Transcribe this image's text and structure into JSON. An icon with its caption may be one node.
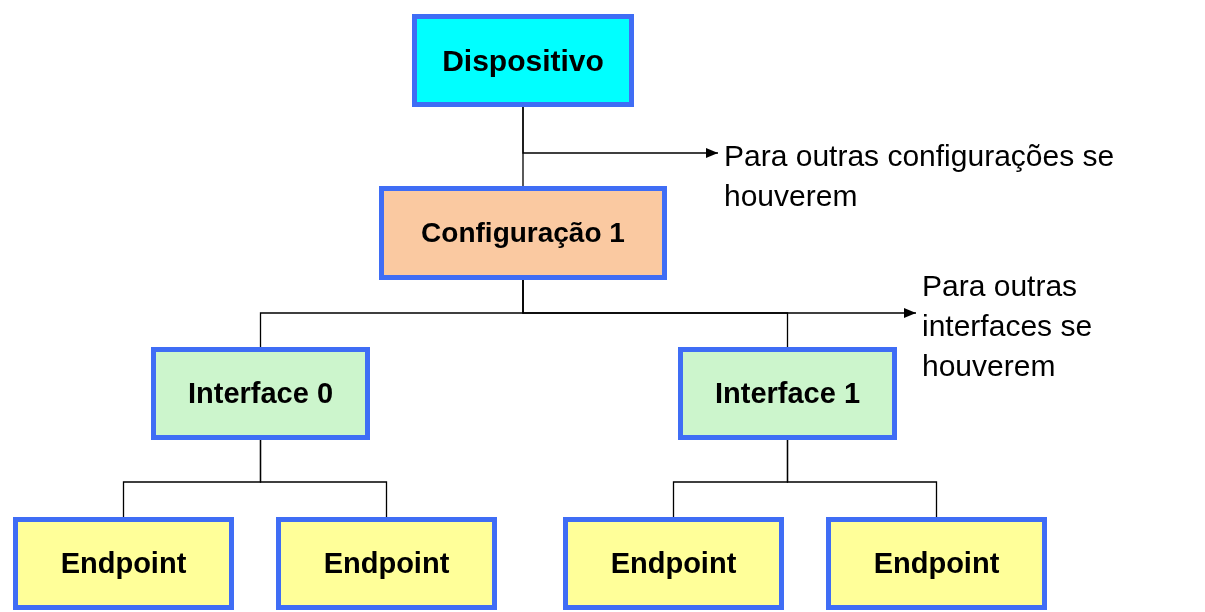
{
  "diagram": {
    "nodes": [
      {
        "text": [
          "Dispositivo"
        ]
      },
      {
        "text": [
          "Para outras configurações se houverem"
        ]
      },
      {
        "text": [
          "Configuração 1"
        ]
      },
      {
        "text": [
          "Para outras interfaces se houverem"
        ]
      },
      {
        "text": [
          "Interface 0"
        ]
      },
      {
        "text": [
          "Interface 1"
        ]
      },
      {
        "text": [
          "Endpoint"
        ]
      },
      {
        "text": [
          "Endpoint"
        ]
      },
      {
        "text": [
          "Endpoint"
        ]
      },
      {
        "text": [
          "Endpoint"
        ]
      }
    ],
    "edges": [
      {
        "from": 0,
        "to": 2,
        "arrow": "none"
      },
      {
        "from": 0,
        "to": 1,
        "arrow": "to"
      },
      {
        "from": 2,
        "to": 4,
        "arrow": "none"
      },
      {
        "from": 2,
        "to": 5,
        "arrow": "none"
      },
      {
        "from": 2,
        "to": 3,
        "arrow": "to"
      },
      {
        "from": 4,
        "to": 6,
        "arrow": "none"
      },
      {
        "from": 4,
        "to": 7,
        "arrow": "none"
      },
      {
        "from": 5,
        "to": 8,
        "arrow": "none"
      },
      {
        "from": 5,
        "to": 9,
        "arrow": "none"
      }
    ]
  }
}
